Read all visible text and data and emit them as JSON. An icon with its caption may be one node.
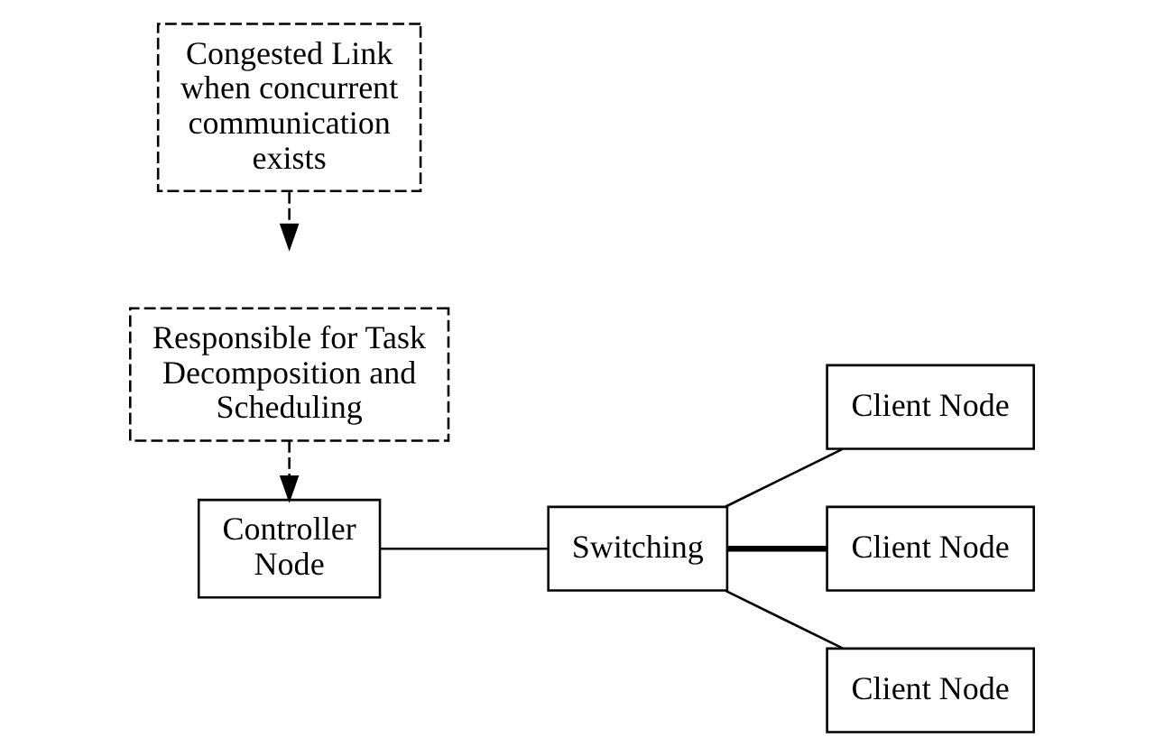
{
  "diagram": {
    "nodes": [
      {
        "text": [
          "Responsible for Task Decomposition and Scheduling"
        ]
      },
      {
        "text": [
          "Controller Node"
        ]
      },
      {
        "text": [
          "Switching"
        ]
      },
      {
        "text": [
          "Client Node"
        ]
      },
      {
        "text": [
          "Client Node"
        ]
      },
      {
        "text": [
          "Client Node"
        ]
      },
      {
        "text": [
          "Congested Link when concurrent communication exists"
        ]
      }
    ],
    "edges": [
      {
        "from": 0,
        "to": 1,
        "arrow": "to",
        "style": "dashed"
      },
      {
        "from": 1,
        "to": 2,
        "arrow": "none"
      },
      {
        "from": 2,
        "to": 3,
        "arrow": "none"
      },
      {
        "from": 2,
        "to": 4,
        "arrow": "none",
        "style": "thick"
      },
      {
        "from": 2,
        "to": 5,
        "arrow": "none"
      },
      {
        "from": 6,
        "to": null,
        "arrow": "to",
        "style": "dashed"
      }
    ]
  }
}
